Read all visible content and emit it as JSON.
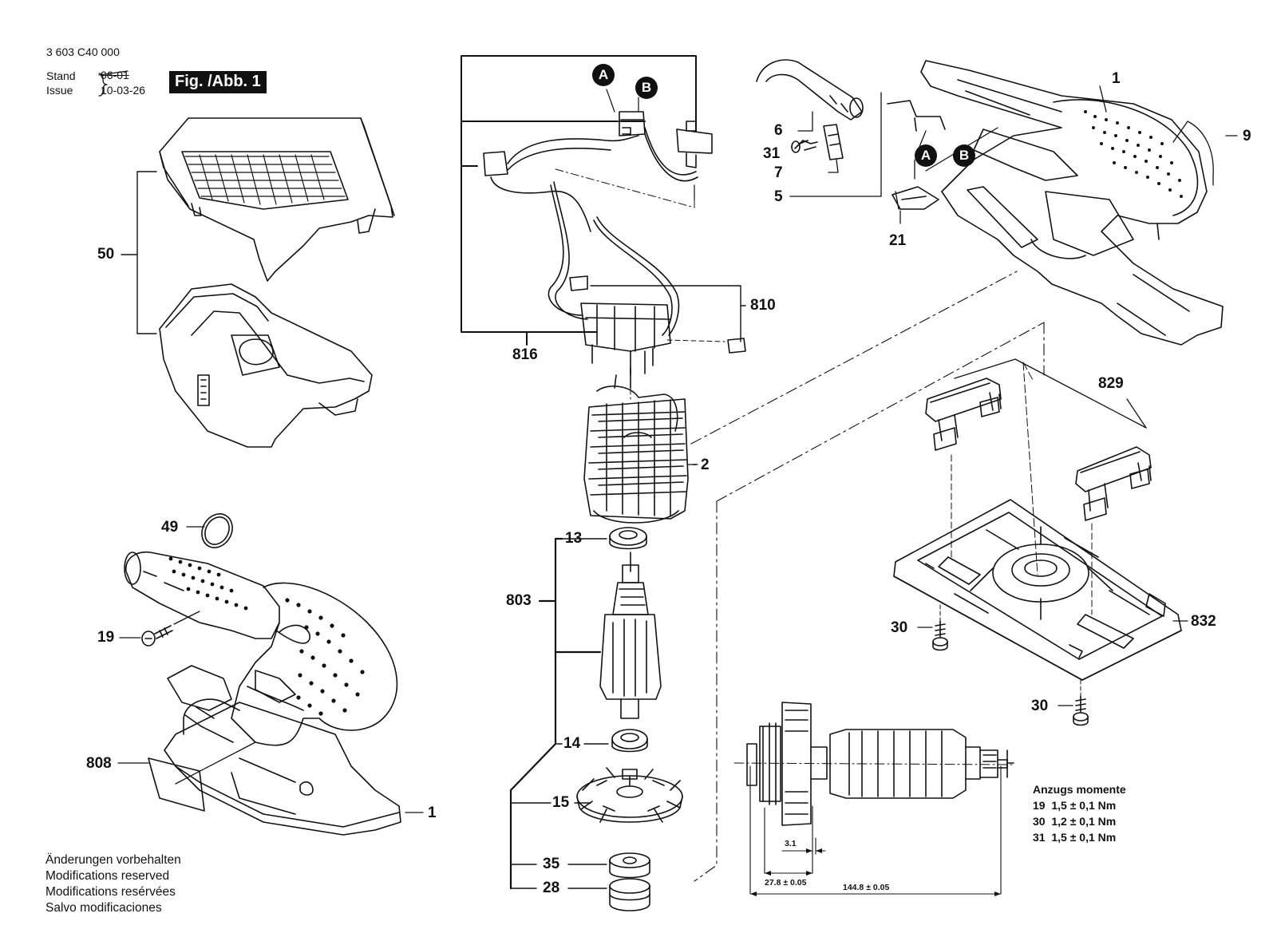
{
  "header": {
    "document_number": "3 603 C40 000",
    "stand_label": "Stand",
    "issue_label": "Issue",
    "old_date": "06-01",
    "issue_date": "10-03-26",
    "figure_label": "Fig. /Abb. 1"
  },
  "wiring_markers": [
    "A",
    "B"
  ],
  "callouts": {
    "c1_top": "1",
    "c9": "9",
    "c6": "6",
    "c31": "31",
    "c7": "7",
    "c5": "5",
    "c21": "21",
    "c50": "50",
    "c816": "816",
    "c810": "810",
    "c2": "2",
    "c829": "829",
    "c49": "49",
    "c19": "19",
    "c13": "13",
    "c803": "803",
    "c14": "14",
    "c15": "15",
    "c35": "35",
    "c28": "28",
    "c808": "808",
    "c1_bottom": "1",
    "c30_upper": "30",
    "c30_lower": "30",
    "c832": "832"
  },
  "torque": {
    "title": "Anzugs momente",
    "rows": [
      "19  1,5 ± 0,1 Nm",
      "30  1,2 ± 0,1 Nm",
      "31  1,5 ± 0,1 Nm"
    ]
  },
  "dimensions": {
    "d1": "3.1",
    "d2": "27.8 ± 0.05",
    "d3": "144.8 ± 0.05"
  },
  "notice": [
    "Änderungen vorbehalten",
    "Modifications reserved",
    "Modifications resérvées",
    "Salvo modificaciones"
  ],
  "colors": {
    "ink": "#111111",
    "badge": "#111111"
  }
}
